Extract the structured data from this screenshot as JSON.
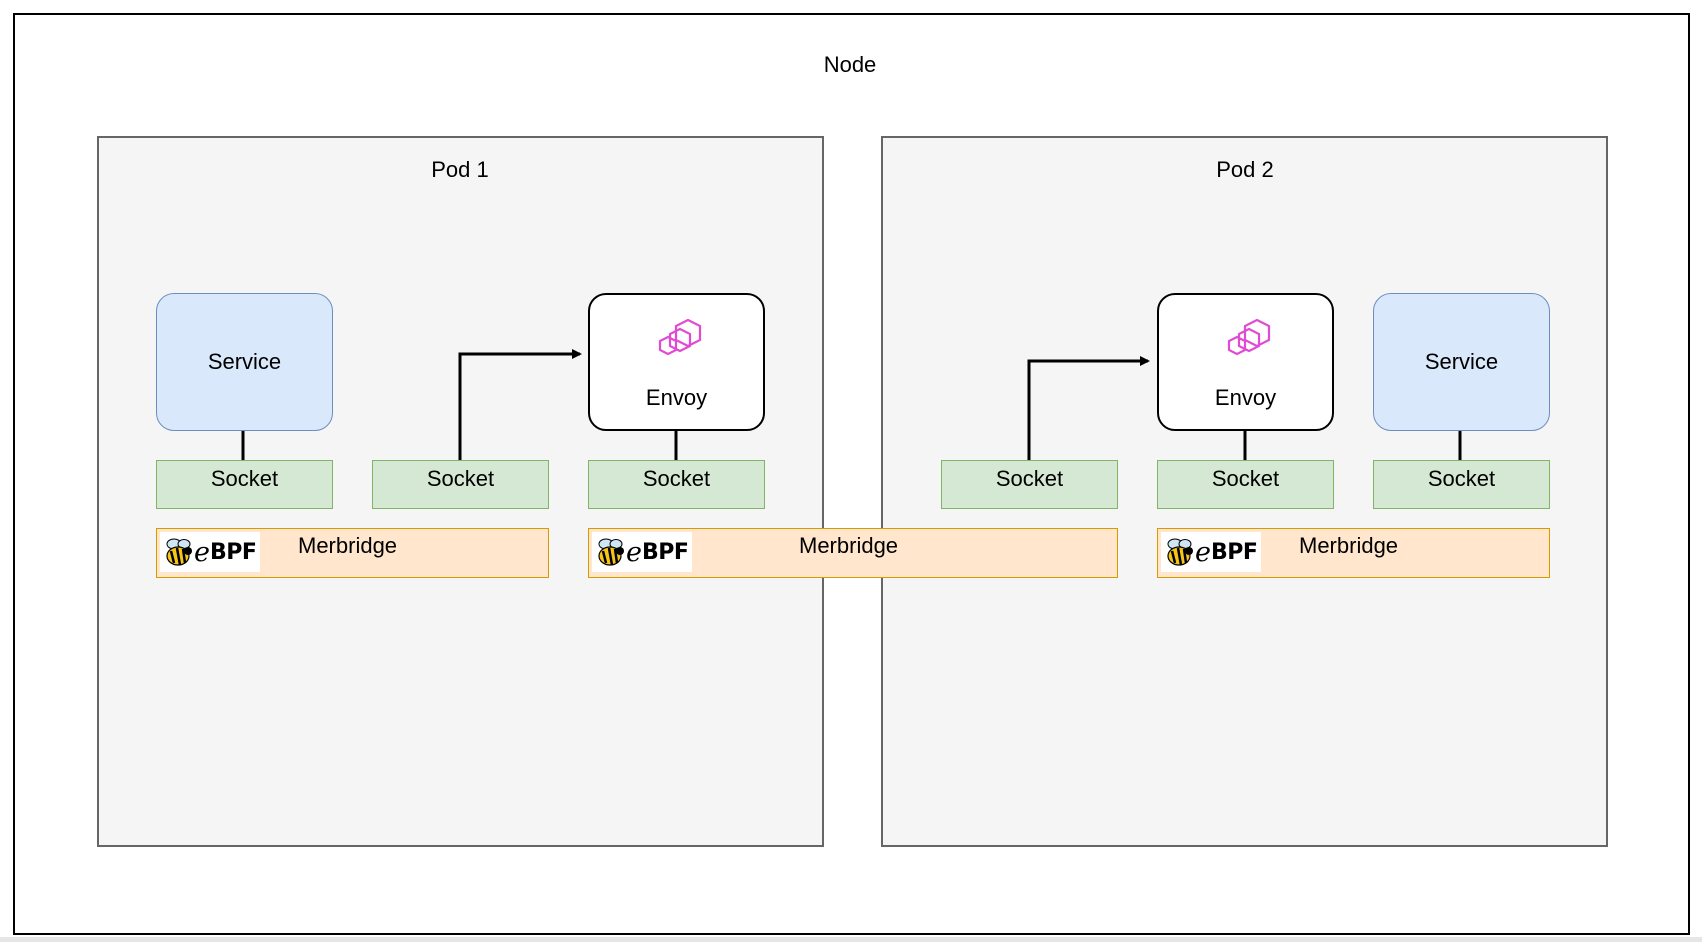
{
  "node": {
    "title": "Node"
  },
  "pods": [
    {
      "title": "Pod 1"
    },
    {
      "title": "Pod 2"
    }
  ],
  "services": [
    {
      "label": "Service"
    },
    {
      "label": "Service"
    }
  ],
  "envoys": [
    {
      "label": "Envoy",
      "logo": "envoy-hexagon-icon",
      "logo_color": "#e14bd3"
    },
    {
      "label": "Envoy",
      "logo": "envoy-hexagon-icon",
      "logo_color": "#e14bd3"
    }
  ],
  "sockets": [
    {
      "label": "Socket"
    },
    {
      "label": "Socket"
    },
    {
      "label": "Socket"
    },
    {
      "label": "Socket"
    },
    {
      "label": "Socket"
    },
    {
      "label": "Socket"
    }
  ],
  "merbridges": [
    {
      "label": "Merbridge",
      "badge_text_e": "e",
      "badge_text_bpf": "BPF",
      "badge_icon": "bee-icon"
    },
    {
      "label": "Merbridge",
      "badge_text_e": "e",
      "badge_text_bpf": "BPF",
      "badge_icon": "bee-icon"
    },
    {
      "label": "Merbridge",
      "badge_text_e": "e",
      "badge_text_bpf": "BPF",
      "badge_icon": "bee-icon"
    }
  ],
  "colors": {
    "service_fill": "#dae8fc",
    "service_stroke": "#6c8ebf",
    "socket_fill": "#d5e8d4",
    "socket_stroke": "#82b366",
    "merbridge_fill": "#ffe6cc",
    "merbridge_stroke": "#d79b00",
    "pod_fill": "#f5f5f5",
    "pod_stroke": "#666666"
  }
}
